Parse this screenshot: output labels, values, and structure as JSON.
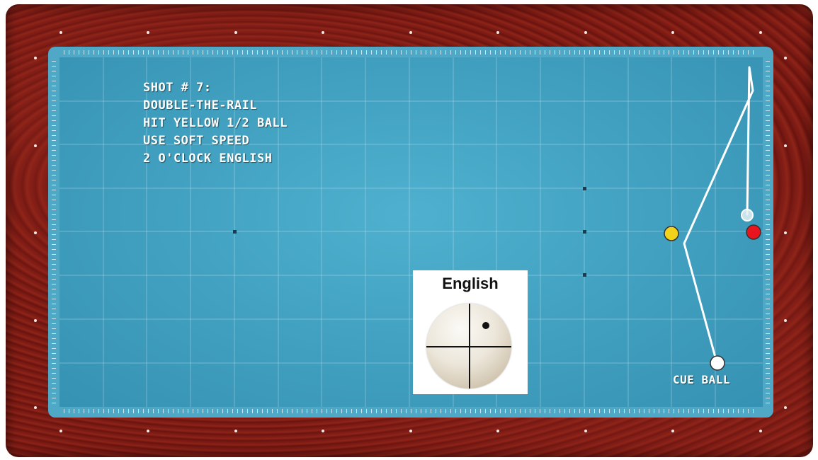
{
  "shot": {
    "lines": [
      "SHOT # 7:",
      "DOUBLE-THE-RAIL",
      "HIT YELLOW 1/2 BALL",
      "USE SOFT SPEED",
      "2 O'CLOCK ENGLISH"
    ]
  },
  "english": {
    "title": "English",
    "tip_position": "2 o'clock"
  },
  "labels": {
    "cue_ball": "CUE BALL"
  },
  "balls": {
    "cue": {
      "color": "#ffffff",
      "label": "CUE BALL"
    },
    "yellow": {
      "color": "#f2d21a"
    },
    "red": {
      "color": "#e8141e"
    },
    "ghost": {
      "color": "#d9e6ee"
    }
  },
  "colors": {
    "rail": "#7a1a14",
    "cloth": "#4aa9c8",
    "path": "#ffffff"
  }
}
